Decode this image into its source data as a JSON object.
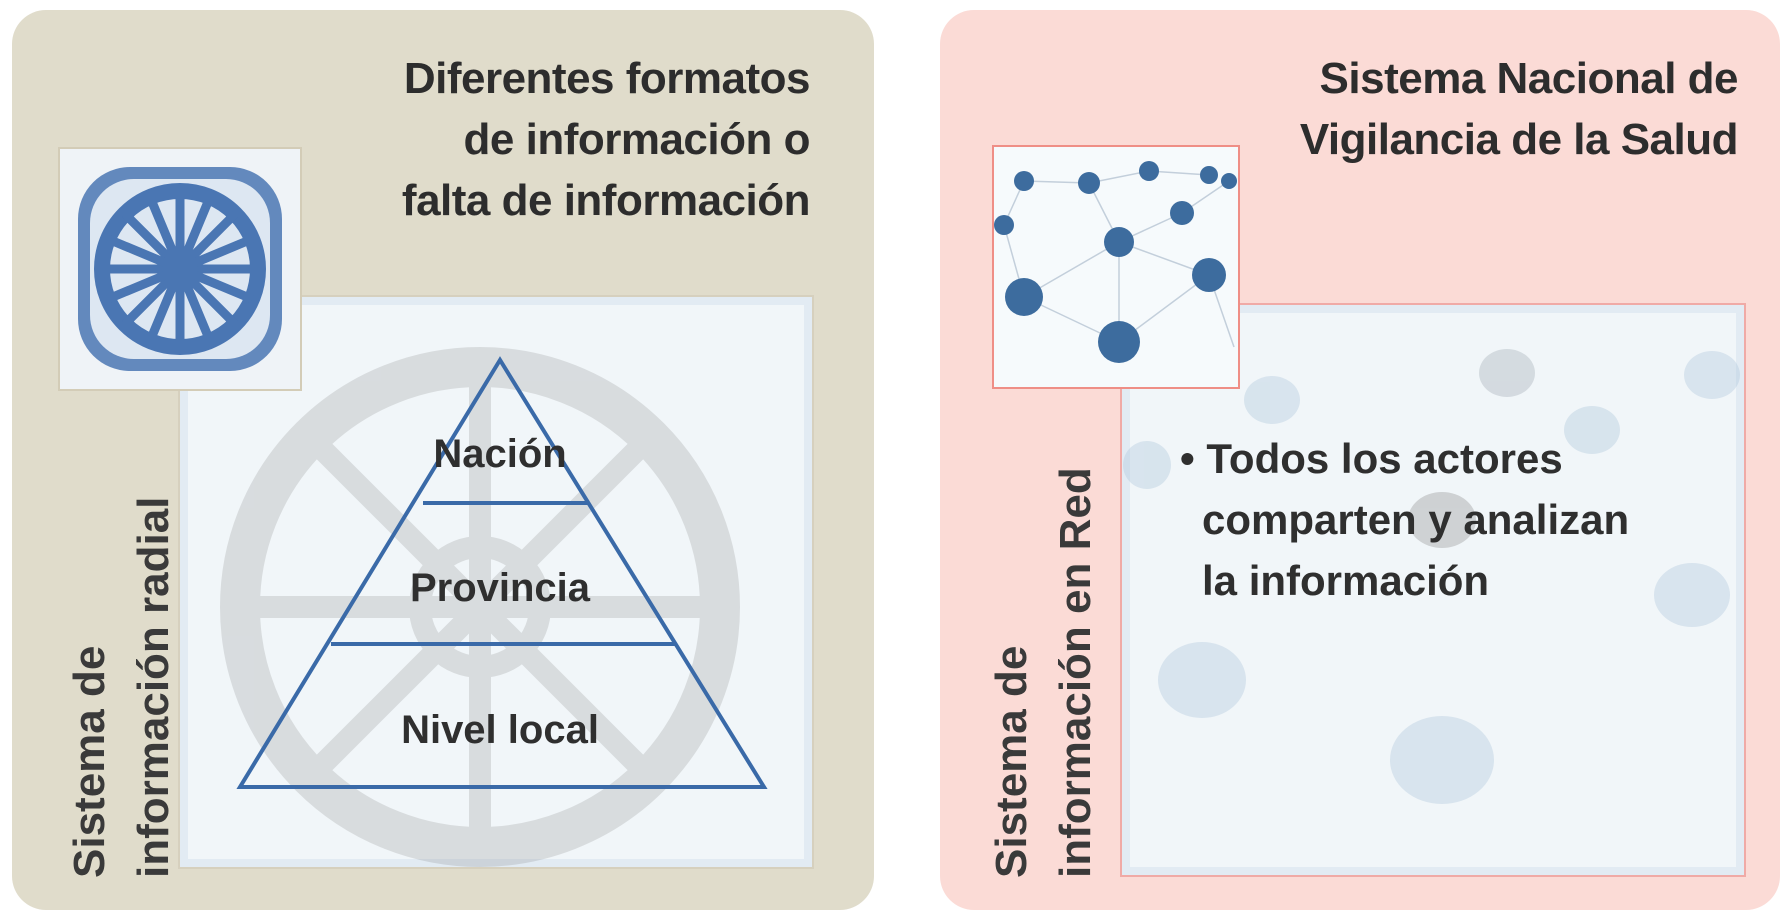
{
  "left_panel": {
    "heading_lines": [
      "Diferentes formatos",
      "de información o",
      "falta de información"
    ],
    "vertical_label_lines": [
      "Sistema de",
      "información radial"
    ],
    "pyramid_levels": [
      "Nación",
      "Provincia",
      "Nivel local"
    ],
    "thumbnail_icon": "wheel-icon"
  },
  "right_panel": {
    "heading_lines": [
      "Sistema Nacional de",
      "Vigilancia de la Salud"
    ],
    "vertical_label_lines": [
      "Sistema de",
      "información en Red"
    ],
    "bullet_lines": [
      "• Todos los actores",
      "comparten y analizan",
      "la información"
    ],
    "thumbnail_icon": "network-icon"
  },
  "colors": {
    "left_panel_bg": "#e0dccb",
    "right_panel_bg": "#fbdbd6",
    "pyramid_stroke": "#3a6aa8",
    "node_blue": "#3d6c9e"
  }
}
